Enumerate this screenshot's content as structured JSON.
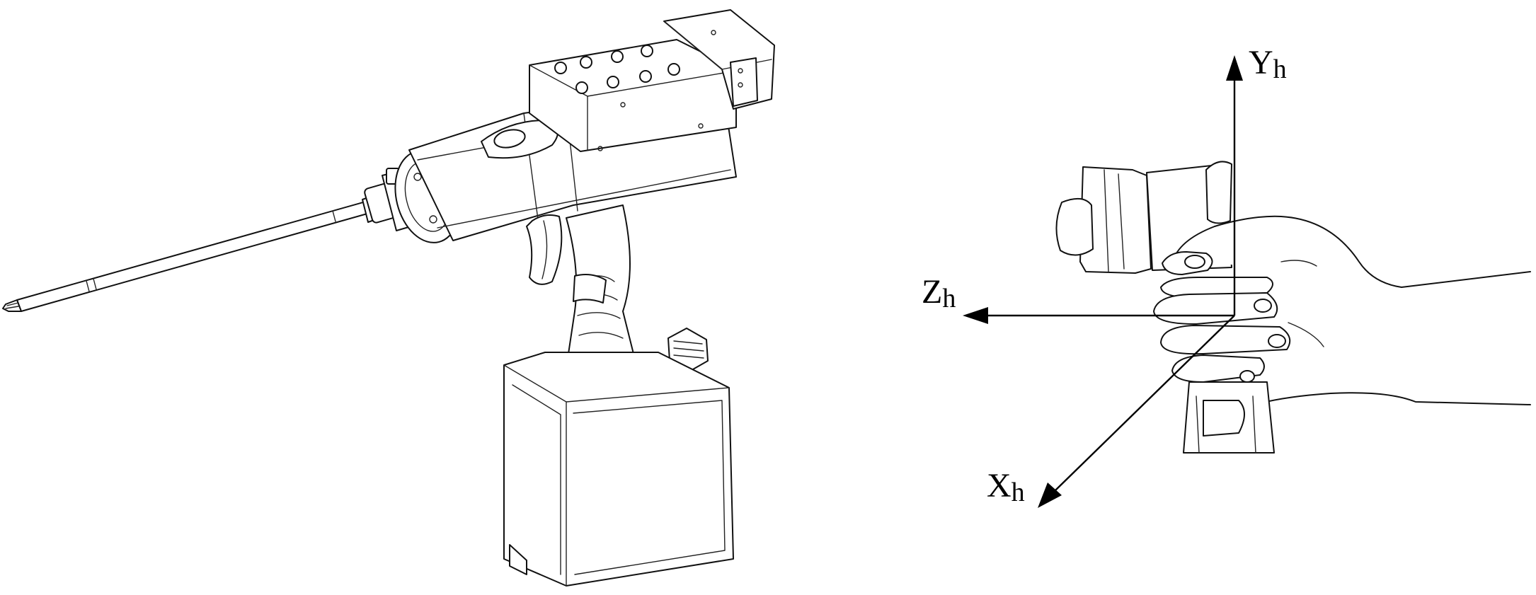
{
  "axes": {
    "y_label": "Y",
    "y_subscript": "h",
    "z_label": "Z",
    "z_subscript": "h",
    "x_label": "X",
    "x_subscript": "h"
  },
  "colors": {
    "line": "#000000",
    "background": "#ffffff"
  }
}
